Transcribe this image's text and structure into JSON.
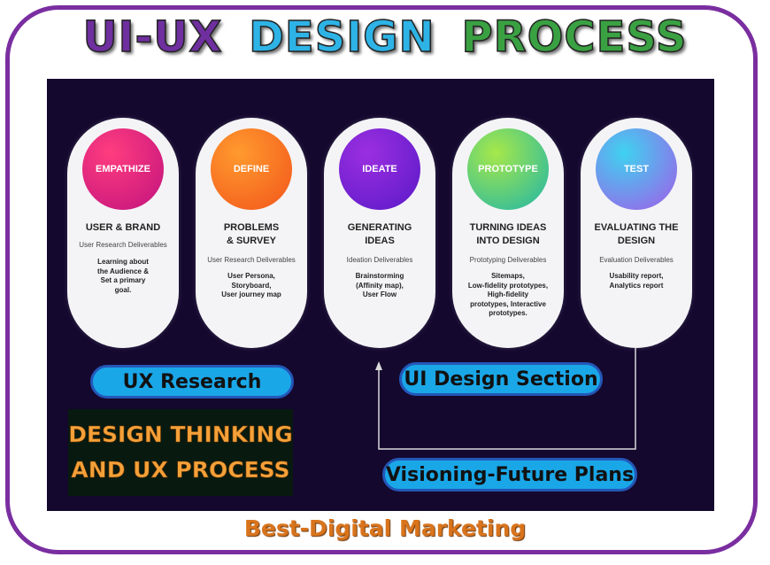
{
  "title": {
    "part1": "UI-UX",
    "part2": "DESIGN",
    "part3": "PROCESS",
    "colors": {
      "part1": "#6f2f9f",
      "part2": "#2eb3e6",
      "part3": "#3aa142"
    }
  },
  "stages": [
    {
      "label": "EMPATHIZE",
      "heading": "USER & BRAND",
      "deliverables": "User Research Deliverables",
      "description": "Learning about\nthe Audience &\nSet a primary\ngoal.",
      "gradient": [
        "#ff3d7f",
        "#c1127e"
      ]
    },
    {
      "label": "DEFINE",
      "heading": "PROBLEMS\n& SURVEY",
      "deliverables": "User Research Deliverables",
      "description": "User Persona,\nStoryboard,\nUser journey map",
      "gradient": [
        "#ff9a2e",
        "#f2551b"
      ]
    },
    {
      "label": "IDEATE",
      "heading": "GENERATING\nIDEAS",
      "deliverables": "Ideation Deliverables",
      "description": "Brainstorming\n(Affinity map),\nUser Flow",
      "gradient": [
        "#9b2fe0",
        "#5a19c8"
      ]
    },
    {
      "label": "PROTOTYPE",
      "heading": "TURNING IDEAS\nINTO DESIGN",
      "deliverables": "Prototyping Deliverables",
      "description": "Sitemaps,\nLow-fidelity prototypes,\nHigh-fidelity\nprototypes, Interactive\nprototypes.",
      "gradient": [
        "#a6e84a",
        "#1fb5a8"
      ]
    },
    {
      "label": "TEST",
      "heading": "EVALUATING THE\nDESIGN",
      "deliverables": "Evaluation Deliverables",
      "description": "Usability report,\nAnalytics report",
      "gradient": [
        "#3fd2f0",
        "#a35ae8"
      ]
    }
  ],
  "pills": {
    "ux_research": "UX Research",
    "ui_design": "UI Design Section",
    "visioning": "Visioning-Future Plans"
  },
  "design_thinking": {
    "line1": "DESIGN THINKING",
    "line2": "AND UX PROCESS"
  },
  "footer": "Best-Digital Marketing"
}
